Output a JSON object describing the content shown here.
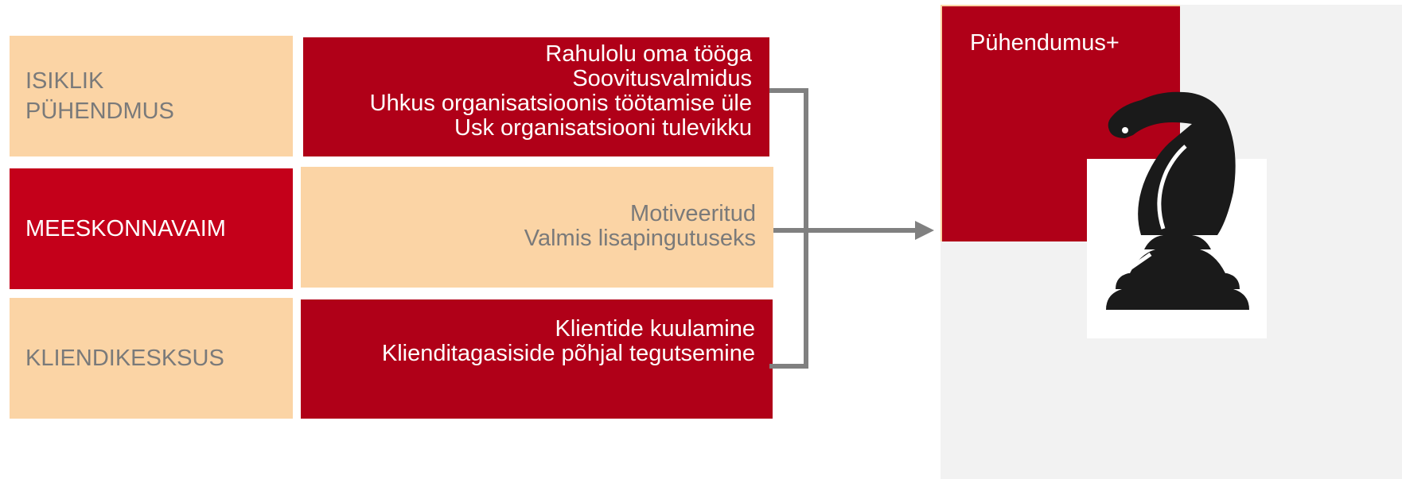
{
  "rows": [
    {
      "category": [
        "ISIKLIK",
        "PÜHENDMUS"
      ],
      "items": [
        "Rahulolu oma tööga",
        "Soovitusvalmidus",
        "Uhkus organisatsioonis töötamise üle",
        "Usk organisatsiooni tulevikku"
      ]
    },
    {
      "category": [
        "MEESKONNAVAIM"
      ],
      "items": [
        "Motiveeritud",
        "Valmis lisapingutuseks"
      ]
    },
    {
      "category": [
        "KLIENDIKESKSUS"
      ],
      "items": [
        "Klientide kuulamine",
        "Klienditagasiside põhjal tegutsemine"
      ]
    }
  ],
  "result": {
    "title": "Pühendumus+",
    "icon": "chess-knight-icon"
  },
  "colors": {
    "peach": "#fbd4a5",
    "red": "#b00018",
    "bright_red": "#c4001a",
    "grey_text": "#7a7a7a",
    "connector": "#808080",
    "panel": "#f2f2f2"
  }
}
